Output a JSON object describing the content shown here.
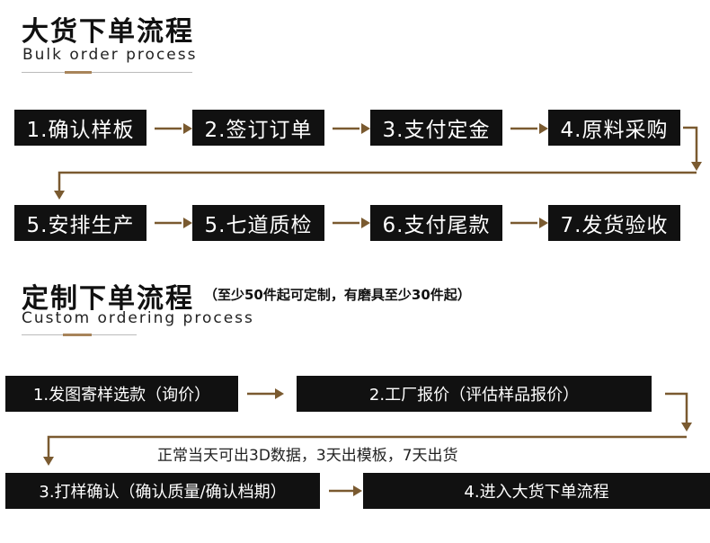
{
  "bulk": {
    "title": "大货下单流程",
    "subtitle": "Bulk order process",
    "row1": [
      "1.确认样板",
      "2.签订订单",
      "3.支付定金",
      "4.原料采购"
    ],
    "row2": [
      "5.安排生产",
      "5.七道质检",
      "6.支付尾款",
      "7.发货验收"
    ]
  },
  "custom": {
    "title": "定制下单流程",
    "note": "（至少50件起可定制，有磨具至少30件起）",
    "subtitle": "Custom ordering process",
    "steps": [
      "1.发图寄样选款（询价）",
      "2.工厂报价（评估样品报价）",
      "3.打样确认（确认质量/确认档期）",
      "4.进入大货下单流程"
    ],
    "middle_text": "正常当天可出3D数据，3天出模板，7天出货"
  },
  "colors": {
    "box_bg": "#111111",
    "arrow": "#7a5a30",
    "accent": "#a8845a"
  }
}
